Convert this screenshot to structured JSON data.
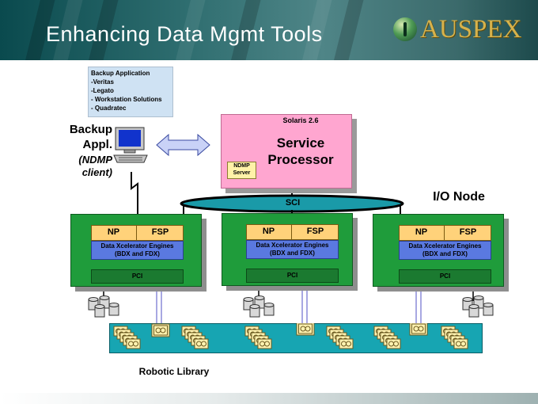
{
  "slide": {
    "title": "Enhancing Data Mgmt Tools",
    "logo_text": "AUSPEX"
  },
  "backup_app_list": {
    "heading": "Backup Application",
    "items": [
      "-Veritas",
      "-Legato",
      "- Workstation Solutions",
      "- Quadratec"
    ]
  },
  "backup_client": {
    "label_line1": "Backup",
    "label_line2": "Appl.",
    "label_line3": "(NDMP",
    "label_line4": "client)"
  },
  "service_processor": {
    "os": "Solaris 2.6",
    "label_line1": "Service",
    "label_line2": "Processor",
    "ndmp_line1": "NDMP",
    "ndmp_line2": "Server"
  },
  "sci_label": "SCI",
  "io_node_label": "I/O Node",
  "nodes": [
    {
      "np": "NP",
      "fsp": "FSP",
      "engine_line1": "Data Xcelerator Engines",
      "engine_line2": "(BDX and FDX)",
      "pci": "PCI"
    },
    {
      "np": "NP",
      "fsp": "FSP",
      "engine_line1": "Data Xcelerator Engines",
      "engine_line2": "(BDX and FDX)",
      "pci": "PCI"
    },
    {
      "np": "NP",
      "fsp": "FSP",
      "engine_line1": "Data Xcelerator Engines",
      "engine_line2": "(BDX and FDX)",
      "pci": "PCI"
    }
  ],
  "robotic_library_label": "Robotic Library",
  "colors": {
    "header": "#2f6e70",
    "service_processor": "#ffa6d0",
    "node": "#1f9c3b",
    "engine": "#5a79e0",
    "np_fsp": "#ffd27a",
    "library": "#17a5b2",
    "sci_ring": "#1a9aa8"
  }
}
